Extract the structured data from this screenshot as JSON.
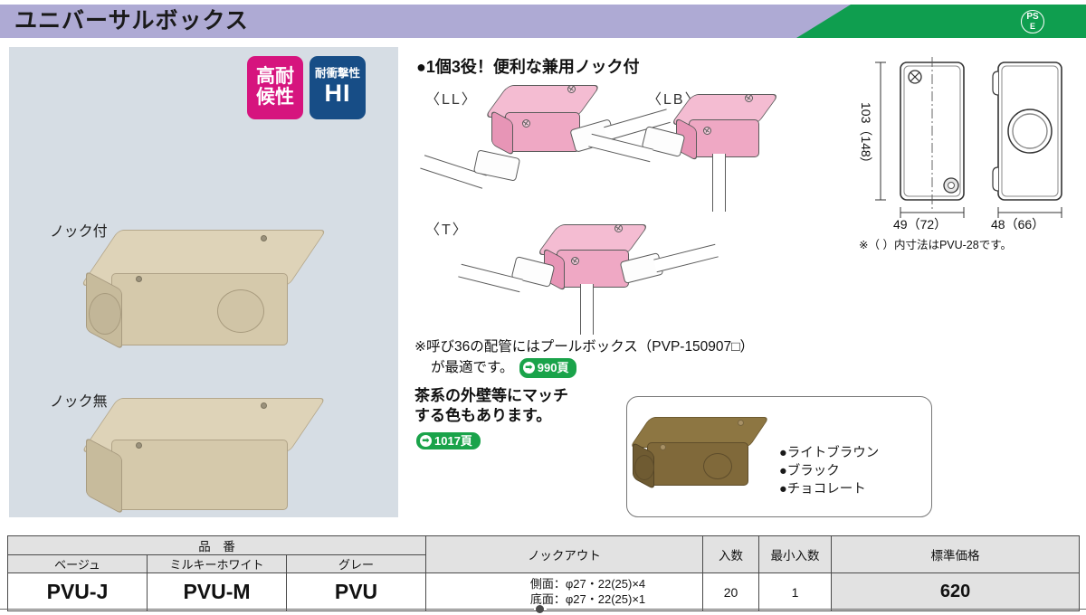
{
  "header": {
    "title": "ユニバーサルボックス",
    "pse_top": "PS",
    "pse_bottom": "E",
    "purple": "#aeaad4",
    "green": "#0f9e4f"
  },
  "badges": [
    {
      "name": "weather-resistance",
      "line1": "高耐",
      "line2": "候性",
      "color": "#d6147e"
    },
    {
      "name": "impact-resistance",
      "line1": "耐衝撃性",
      "line2": "HI",
      "color": "#174d86"
    }
  ],
  "photo_panel": {
    "label_with_knockout": "ノック付",
    "label_without_knockout": "ノック無"
  },
  "center": {
    "heading": "●1個3役！便利な兼用ノック付",
    "config_ll": "〈LL〉",
    "config_lb": "〈LB〉",
    "config_t": "〈T〉",
    "note_line1": "※呼び36の配管にはプールボックス（PVP-150907□）",
    "note_line2": "が最適です。",
    "note_page": "990頁",
    "brown_msg_line1": "茶系の外壁等にマッチ",
    "brown_msg_line2": "する色もあります。",
    "brown_page": "1017頁",
    "arrow_glyph": "➡"
  },
  "brown_panel": {
    "colors": [
      "●ライトブラウン",
      "●ブラック",
      "●チョコレート"
    ]
  },
  "dimensions": {
    "height": "103（148）",
    "width": "49（72）",
    "depth": "48（66）",
    "note": "※（ ）内寸法はPVU-28です。"
  },
  "table": {
    "group_header": "品　番",
    "columns": [
      "ベージュ",
      "ミルキーホワイト",
      "グレー"
    ],
    "knockout_header": "ノックアウト",
    "qty_header": "入数",
    "min_qty_header": "最小入数",
    "price_header": "標準価格",
    "row": {
      "beige": "PVU-J",
      "milky_white": "PVU-M",
      "gray": "PVU",
      "knockout_line1": "側面：φ27・22(25)×4",
      "knockout_line2": "底面：φ27・22(25)×1",
      "qty": "20",
      "min_qty": "1",
      "price": "620"
    }
  }
}
